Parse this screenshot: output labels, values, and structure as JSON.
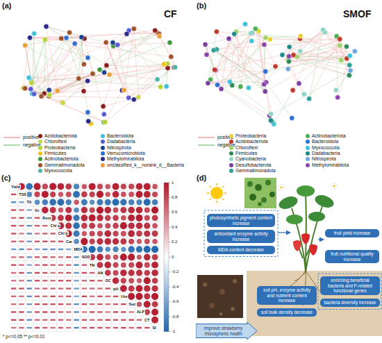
{
  "diagram": {
    "nodes": [
      {
        "text": [
          "photosynthetic pigment content increase"
        ]
      },
      {
        "text": [
          "antioxidant enzyme activity increase"
        ]
      },
      {
        "text": [
          "MDA content decrease"
        ]
      },
      {
        "text": [
          "fruit yield increase"
        ]
      },
      {
        "text": [
          "fruit nutritional quality increase"
        ]
      },
      {
        "text": [
          "enriching beneficial bacteria and P-related functional genes"
        ]
      },
      {
        "text": [
          "bacteria diversity increase"
        ]
      },
      {
        "text": [
          "soil pH, enzyme activity and nutrient content increase"
        ]
      },
      {
        "text": [
          "soil bulk density decrease"
        ]
      },
      {
        "text": [
          "improve strawberry rhizospheric health"
        ]
      }
    ],
    "labels": [
      "(a)",
      "CF",
      "(b)",
      "SMOF",
      "(c)",
      "Yield",
      "TSS",
      "TA",
      "Vc",
      "Root",
      "Chl a",
      "Chl b",
      "Car",
      "MDA",
      "SOD",
      "TN",
      "AN",
      "OC",
      "pH",
      "Ure",
      "Suc",
      "ALP",
      "CT",
      "SI",
      "1",
      "0.8",
      "0.6",
      "0.4",
      "0.2",
      "0",
      "-0.2",
      "-0.4",
      "-0.6",
      "-0.8",
      "-1",
      "* p<=0.05 ** p<=0.01",
      "(d)"
    ],
    "legend": [
      {
        "text": "positive"
      },
      {
        "text": "negative"
      },
      {
        "text": "Acidobacteriota",
        "color": "#8b1e1e"
      },
      {
        "text": "Chloroflexi",
        "color": "#c8d64b"
      },
      {
        "text": "Proteobacteria",
        "color": "#b5d334"
      },
      {
        "text": "Firmicutes",
        "color": "#f0c419"
      },
      {
        "text": "Actinobacteriota",
        "color": "#3b9b3b"
      },
      {
        "text": "Gemmatimonadota",
        "color": "#a0522d"
      },
      {
        "text": "Myxococcota",
        "color": "#4bb7a8"
      },
      {
        "text": "Bacteroidota",
        "color": "#3fc1d9"
      },
      {
        "text": "Dadabacteria",
        "color": "#5a5ad6"
      },
      {
        "text": "Nitrospirota",
        "color": "#1f3f8f"
      },
      {
        "text": "Verrucomicrobiota",
        "color": "#2f6fd6"
      },
      {
        "text": "Methylomirabilota",
        "color": "#2a2a8a"
      },
      {
        "text": "unclassified_k__norank_d__Bacteria",
        "color": "#e8a03a"
      },
      {
        "text": "positive"
      },
      {
        "text": "negative"
      },
      {
        "text": "Proteobacteria",
        "color": "#e8d23a"
      },
      {
        "text": "Acidobacteriota",
        "color": "#c0392b"
      },
      {
        "text": "Chloroflexi",
        "color": "#9ed36a"
      },
      {
        "text": "Firmicutes",
        "color": "#2e8b57"
      },
      {
        "text": "Cyanobacteria",
        "color": "#8fd3c8"
      },
      {
        "text": "Desulfobacterota",
        "color": "#7b3fa0"
      },
      {
        "text": "Gemmatimonadota",
        "color": "#2aa198"
      },
      {
        "text": "Actinobacteriota",
        "color": "#4caf50"
      },
      {
        "text": "Bacteroidota",
        "color": "#2f6fd6"
      },
      {
        "text": "Myxococcota",
        "color": "#3fc1d9"
      },
      {
        "text": "Dadabacteria",
        "color": "#1f8a8a"
      },
      {
        "text": "Nitrospirota",
        "color": "#6fa8dc"
      },
      {
        "text": "Methylomirabilota",
        "color": "#8e44ad"
      }
    ]
  }
}
